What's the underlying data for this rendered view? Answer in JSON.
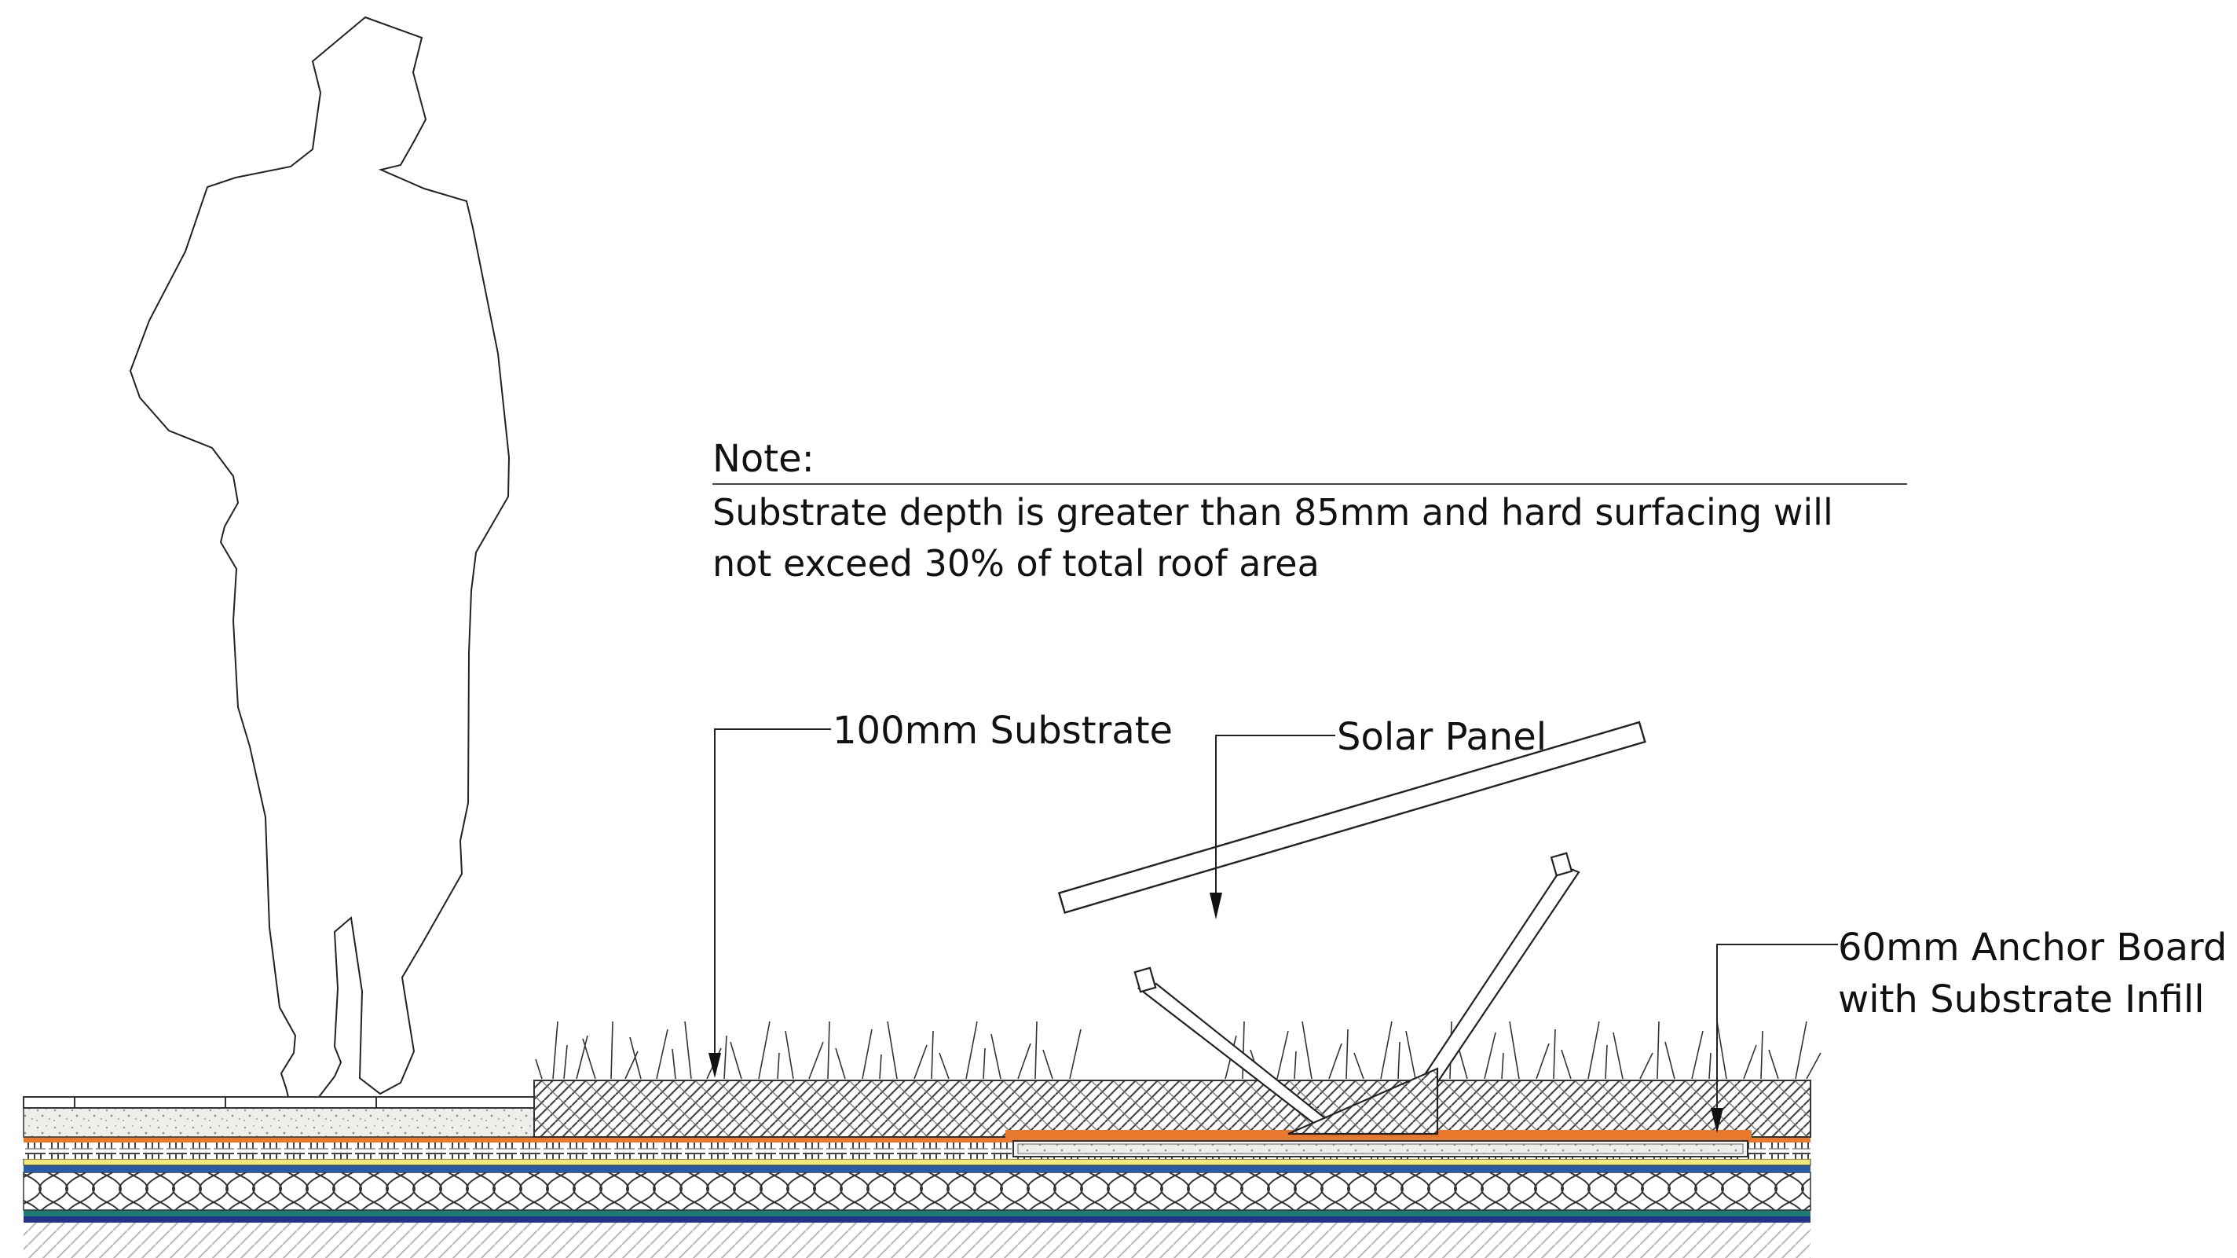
{
  "note": {
    "heading": "Note:",
    "line1": "Substrate depth is greater than 85mm and hard surfacing will",
    "line2": "not exceed 30% of total roof area"
  },
  "labels": {
    "substrate": "100mm Substrate",
    "solar_panel": "Solar Panel",
    "anchor_board_line1": "60mm Anchor Board",
    "anchor_board_line2": "with Substrate Infill"
  },
  "colors": {
    "line": "#1a1a1a",
    "orange_membrane": "#e8782c",
    "yellow_layer": "#f3e97a",
    "teal_layer": "#1f7a72",
    "navy_layer": "#23348a",
    "blue_layer": "#2b5aa8"
  }
}
